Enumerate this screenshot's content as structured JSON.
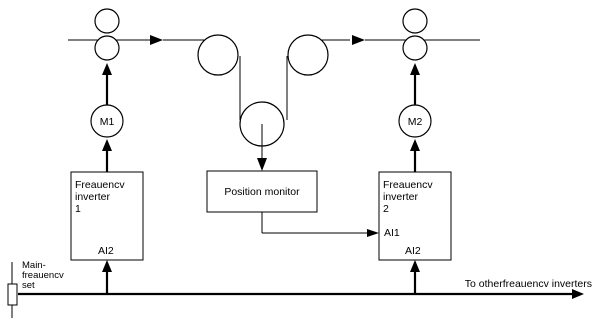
{
  "motors": {
    "m1": "M1",
    "m2": "M2"
  },
  "inverter1": {
    "line1": "Freauencv",
    "line2": "inverter",
    "line3": "1",
    "input": "AI2"
  },
  "inverter2": {
    "line1": "Freauencv",
    "line2": "inverter",
    "line3": "2",
    "input_pos": "AI1",
    "input": "AI2"
  },
  "position_monitor": {
    "label": "Position monitor"
  },
  "main_freq": {
    "line1": "Main-",
    "line2": "freauencv",
    "line3": "set"
  },
  "bus_label": "To otherfreauencv inverters",
  "colors": {
    "line": "#000000",
    "background": "#ffffff"
  }
}
